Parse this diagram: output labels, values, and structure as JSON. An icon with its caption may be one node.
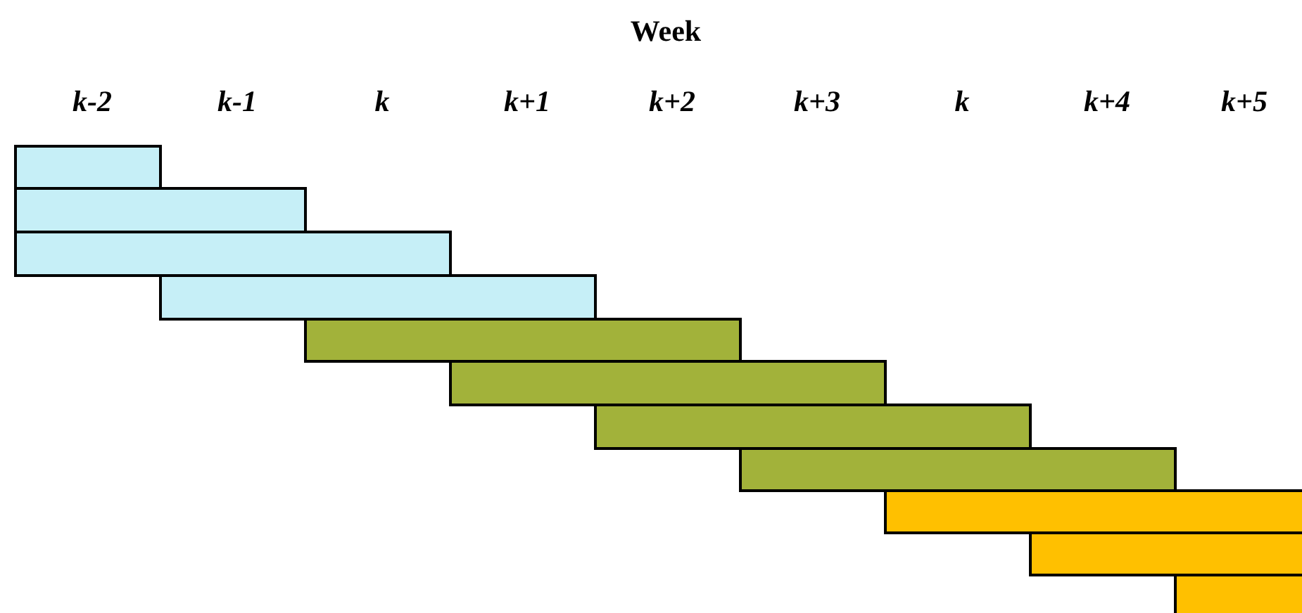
{
  "diagram": {
    "title": "Week",
    "nodes": [
      {
        "text": [],
        "shape": "bar"
      },
      {
        "text": [],
        "shape": "bar"
      },
      {
        "text": [],
        "shape": "bar"
      },
      {
        "text": [],
        "shape": "bar"
      },
      {
        "text": [],
        "shape": "bar"
      },
      {
        "text": [],
        "shape": "bar"
      },
      {
        "text": [],
        "shape": "bar"
      },
      {
        "text": [],
        "shape": "bar"
      },
      {
        "text": [],
        "shape": "bar"
      },
      {
        "text": [],
        "shape": "bar"
      },
      {
        "text": [],
        "shape": "bar"
      }
    ],
    "labels": [
      "k-2",
      "k-1",
      "k",
      "k+1",
      "k+2",
      "k+3",
      "k",
      "k+4",
      "k+5"
    ]
  }
}
